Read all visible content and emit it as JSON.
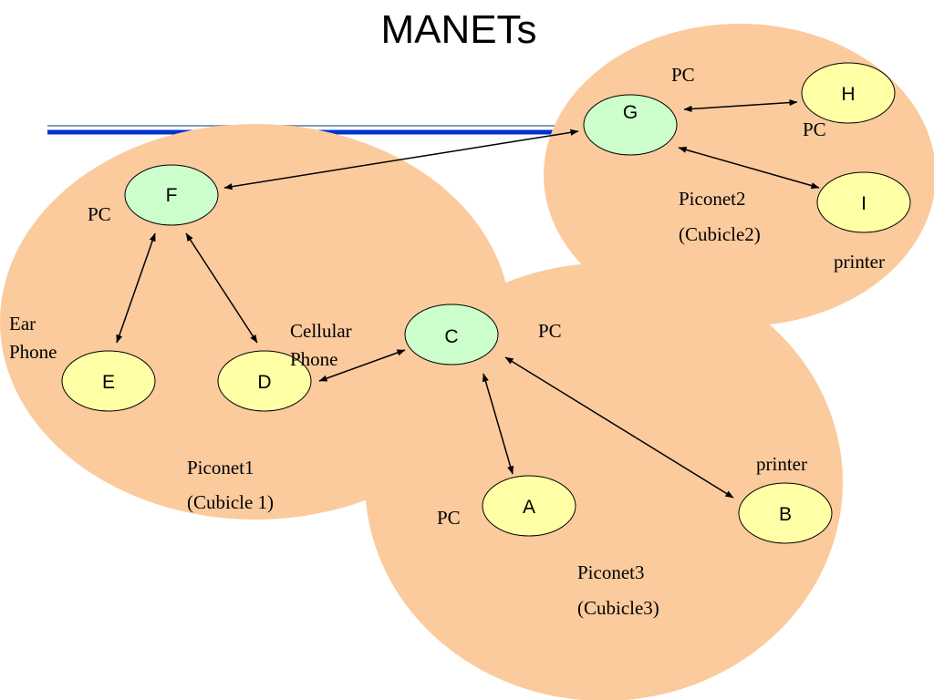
{
  "title": "MANETs",
  "colors": {
    "piconet_fill": "#fbcb9d",
    "node_green": "#ccffcc",
    "node_yellow": "#ffffa6",
    "node_stroke": "#000000",
    "header_rule_thin": "#8a9bb0",
    "header_rule_thick": "#0033cc"
  },
  "piconets": [
    {
      "id": "piconet1",
      "name": "Piconet1",
      "location": "(Cubicle 1)"
    },
    {
      "id": "piconet2",
      "name": "Piconet2",
      "location": "(Cubicle2)"
    },
    {
      "id": "piconet3",
      "name": "Piconet3",
      "location": "(Cubicle3)"
    }
  ],
  "nodes": [
    {
      "id": "A",
      "label": "A",
      "color": "yellow",
      "device": "PC"
    },
    {
      "id": "B",
      "label": "B",
      "color": "yellow",
      "device": "printer"
    },
    {
      "id": "C",
      "label": "C",
      "color": "green",
      "device": "PC"
    },
    {
      "id": "D",
      "label": "D",
      "color": "yellow",
      "device": [
        "Cellular",
        "Phone"
      ]
    },
    {
      "id": "E",
      "label": "E",
      "color": "yellow",
      "device": [
        "Ear",
        "Phone"
      ]
    },
    {
      "id": "F",
      "label": "F",
      "color": "green",
      "device": "PC"
    },
    {
      "id": "G",
      "label": "G",
      "color": "green",
      "device": "PC"
    },
    {
      "id": "H",
      "label": "H",
      "color": "yellow",
      "device": "PC"
    },
    {
      "id": "I",
      "label": "I",
      "color": "yellow",
      "device": "printer"
    }
  ],
  "links": [
    {
      "from": "F",
      "to": "G"
    },
    {
      "from": "F",
      "to": "E"
    },
    {
      "from": "F",
      "to": "D"
    },
    {
      "from": "D",
      "to": "C"
    },
    {
      "from": "C",
      "to": "A"
    },
    {
      "from": "C",
      "to": "B"
    },
    {
      "from": "G",
      "to": "H"
    },
    {
      "from": "G",
      "to": "I"
    }
  ]
}
